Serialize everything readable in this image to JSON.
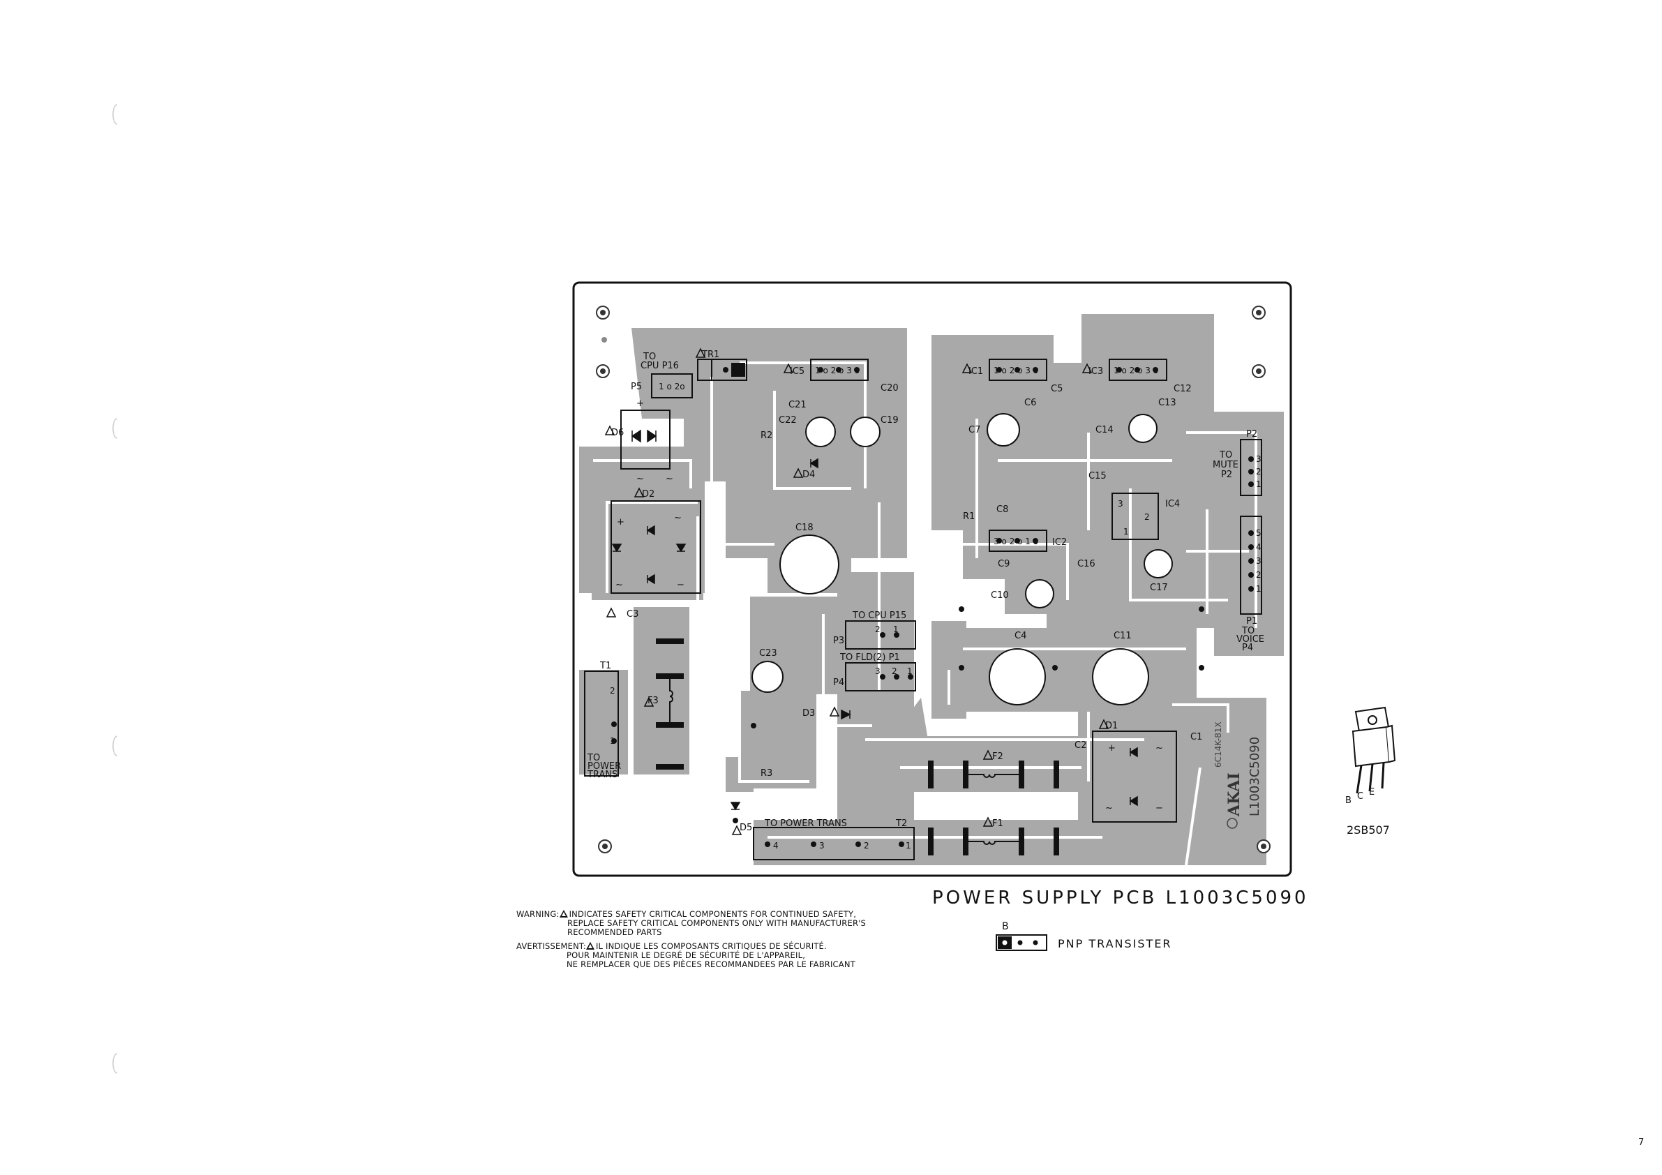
{
  "diagram": {
    "title": "POWER SUPPLY PCB L1003C5090",
    "board_marking": [
      "AKAI",
      "L1003C5090",
      "6C14K-81X"
    ],
    "components": {
      "tr1": "TR1",
      "ic5": "IC5",
      "ic1": "IC1",
      "ic3": "IC3",
      "ic2": "IC2",
      "ic4": "IC4",
      "c1": "C1",
      "c2": "C2",
      "c3": "C3",
      "c4": "C4",
      "c5": "C5",
      "c6": "C6",
      "c7": "C7",
      "c8": "C8",
      "c9": "C9",
      "c10": "C10",
      "c11": "C11",
      "c12": "C12",
      "c13": "C13",
      "c14": "C14",
      "c15": "C15",
      "c16": "C16",
      "c17": "C17",
      "c18": "C18",
      "c19": "C19",
      "c20": "C20",
      "c21": "C21",
      "c22": "C22",
      "c23": "C23",
      "d1": "D1",
      "d2": "D2",
      "d3": "D3",
      "d4": "D4",
      "d5": "D5",
      "d6": "D6",
      "r1": "R1",
      "r2": "R2",
      "r3": "R3",
      "f1": "F1",
      "f2": "F2",
      "f3": "F3",
      "t1": "T1",
      "t2": "T2",
      "p1": "P1",
      "p2": "P2",
      "p3": "P3",
      "p4": "P4",
      "p5": "P5"
    },
    "connectors": {
      "to_cpu_p16_line1": "TO",
      "to_cpu_p16_line2": "CPU  P16",
      "to_cpu_p15": "TO  CPU  P15",
      "to_fld_p1": "TO  FLD(2)  P1",
      "to_mute_line1": "TO",
      "to_mute_line2": "MUTE",
      "to_mute_line3": "P2",
      "to_voice_line1": "TO",
      "to_voice_line2": "VOICE",
      "to_voice_line3": "P4",
      "to_power_trans_left_line1": "TO",
      "to_power_trans_left_line2": "POWER",
      "to_power_trans_left_line3": "TRANS",
      "to_power_trans_bottom": "TO   POWER   TRANS"
    },
    "pins": {
      "one": "1",
      "two": "2",
      "three": "3",
      "four": "4",
      "five": "5",
      "p5_pins": "1 o 2o",
      "ic_pins": "1 o 2 o 3 o",
      "ic2_pins": "3 o 2 o 1 o"
    },
    "ac_symbol": "~",
    "plus_symbol": "+",
    "minus_symbol": "−"
  },
  "warning": {
    "en_label": "WARNING:",
    "en_line1": "INDICATES SAFETY CRITICAL COMPONENTS  FOR CONTINUED SAFETY,",
    "en_line2": "REPLACE SAFETY CRITICAL COMPONENTS ONLY WITH MANUFACTURER'S",
    "en_line3": "RECOMMENDED PARTS",
    "fr_label": "AVERTISSEMENT:",
    "fr_line1": "IL INDIQUE LES COMPOSANTS CRITIQUES DE SÉCURITÉ.",
    "fr_line2": "POUR MAINTENIR LE DEGRÉ DE SÉCURITÉ DE L'APPAREIL,",
    "fr_line3": "NE REMPLACER QUE DES PIÈCES RECOMMANDEES PAR LE FABRICANT"
  },
  "legend": {
    "pnp_base": "B",
    "pnp_text": "PNP  TRANSISTER"
  },
  "transistor": {
    "name": "2SB507",
    "pin_b": "B",
    "pin_c": "C",
    "pin_e": "E"
  },
  "page_number": "7",
  "colors": {
    "copper": "#a9a9a9",
    "board_edge": "#111111",
    "paper": "#ffffff"
  }
}
